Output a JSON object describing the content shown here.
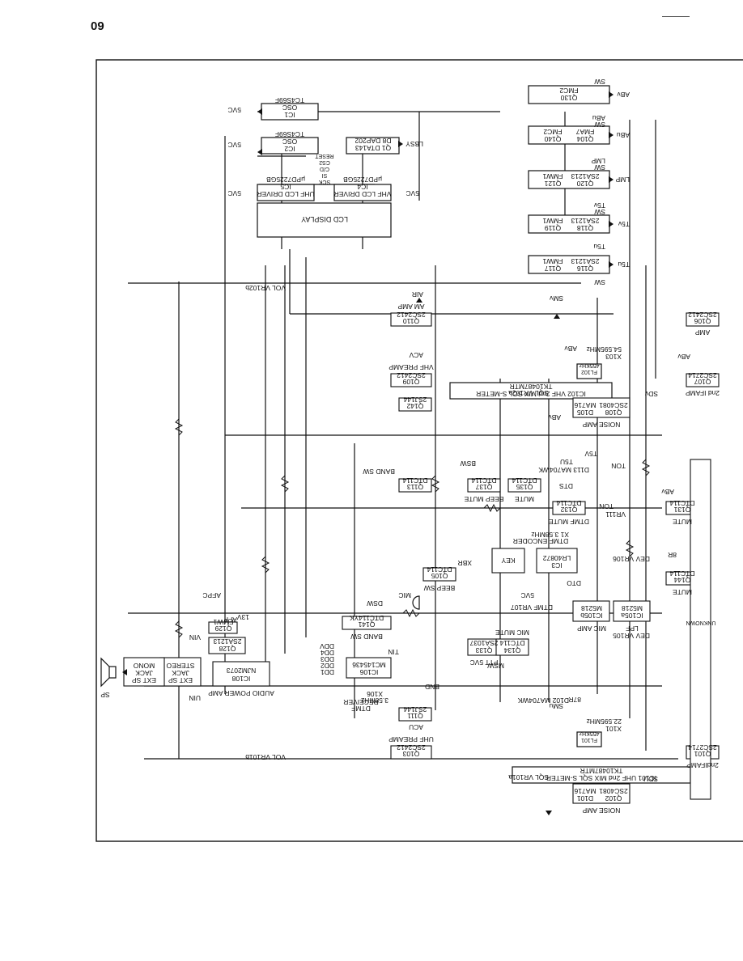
{
  "page_number": "09",
  "lcd": {
    "display": "LCD DISPLAY",
    "vhf_driver": [
      "VHF LCD DRIVER",
      "IC4",
      "μPD7225GB"
    ],
    "uhf_driver": [
      "UHF LCD DRIVER",
      "IC5",
      "μPD7225GB"
    ],
    "osc1": [
      "IC1",
      "OSC",
      "TC4S69F"
    ],
    "osc2": [
      "IC2",
      "OSC",
      "TC4S69F"
    ],
    "q1": [
      "Q1 DTA143",
      "D8 DAP202"
    ],
    "bus_labels": [
      "SCK",
      "SI",
      "C/D",
      "CS2",
      "RESET"
    ],
    "svc": "5VC",
    "lbsy": "LBSY"
  },
  "switch_chain": [
    {
      "lines": [
        "Q130",
        "FMC2"
      ],
      "out": "ABv"
    },
    {
      "lines": [
        "Q104",
        "Q140",
        "FMA7",
        "FMC2"
      ],
      "out": "ABu"
    },
    {
      "lines": [
        "Q120",
        "Q121",
        "2SA1213",
        "FMW1"
      ],
      "out": "LMP"
    },
    {
      "lines": [
        "Q118",
        "Q119",
        "2SA1213",
        "FMW1"
      ],
      "out": "T5v"
    },
    {
      "lines": [
        "Q116",
        "Q117",
        "2SA1213",
        "FMW1"
      ],
      "out": "T5u"
    }
  ],
  "sw_labels": [
    "SW",
    "ABu",
    "SW",
    "LMP",
    "SW",
    "T5v",
    "SW",
    "T5u",
    "SW"
  ],
  "ic102": [
    "IC102 VHF 2nd MIX SQL S-METER",
    "TK10487MTR"
  ],
  "ic101": [
    "IC101 UHF 2nd MIX SQL S-METER",
    "TK10487MTR"
  ],
  "fl102": [
    "FL102",
    "455KHz"
  ],
  "fl101": [
    "FL101",
    "455KHz"
  ],
  "x103": [
    "X103",
    "54.595MHz"
  ],
  "x101": [
    "X101",
    "22.595MHz"
  ],
  "nodes": {
    "am_amp": [
      "AM AMP",
      "Q110",
      "2SC2412"
    ],
    "vhf_preamp": [
      "VHF PREAMP",
      "Q109",
      "2SC2412"
    ],
    "uhf_preamp": [
      "UHF PREAMP",
      "Q103",
      "2SC2412"
    ],
    "q142": [
      "Q142",
      "2SJ144"
    ],
    "q111": [
      "Q111",
      "2SJ144"
    ],
    "q113": [
      "Q113",
      "DTC114",
      "BAND SW"
    ],
    "q137": [
      "Q137",
      "DTC114",
      "BEEP MUTE"
    ],
    "q135": [
      "Q135",
      "DTC114",
      "MUTE"
    ],
    "q132": [
      "Q132",
      "DTC114",
      "DTMF MUTE"
    ],
    "q131": [
      "Q131",
      "DTC114",
      "MUTE"
    ],
    "q144": [
      "Q144",
      "DTC114",
      "MUTE"
    ],
    "ic3": [
      "IC3",
      "LR40872",
      "DTMF ENCODER"
    ],
    "key": "KEY",
    "q105": [
      "Q105",
      "DTC114",
      "BEEP SW"
    ],
    "ic105b": [
      "IC105b",
      "M5218",
      "MIC AMP"
    ],
    "ic105a": [
      "IC105a",
      "M5218",
      "LPF"
    ],
    "q141": [
      "Q141",
      "DTC114YK",
      "BAND SW"
    ],
    "ic106": [
      "IC106",
      "MC145436",
      "DTMF",
      "RECEIVER"
    ],
    "x106": [
      "X106",
      "3.58MHz"
    ],
    "q133": [
      "Q133",
      "2SA1037",
      "PTT 5VC"
    ],
    "q134": [
      "Q134",
      "DTC114",
      "MIC MUTE"
    ],
    "q128": [
      "Q128",
      "2SA1213"
    ],
    "q129": [
      "Q129",
      "FMW1"
    ],
    "ic108": [
      "IC108",
      "NJM2073",
      "AUDIO POWER AMP"
    ],
    "ext_sp": [
      "EXT SP",
      "JACK",
      "STEREO"
    ],
    "mono": [
      "EXT SP",
      "JACK",
      "MONO"
    ],
    "sp": "SP",
    "q106": [
      "Q106",
      "2SC2412",
      "AMP"
    ],
    "q107": [
      "Q107",
      "2SC2714",
      "2nd IFAMP"
    ],
    "q101": [
      "Q101",
      "2SC2714",
      "2ndIFAMP"
    ],
    "q108_d105": [
      "Q108",
      "2SC4081",
      "D105",
      "MA716",
      "NOISE AMP"
    ],
    "q102_d101": [
      "Q102",
      "2SC4081",
      "D101",
      "MA716",
      "NOISE AMP"
    ]
  },
  "labels": {
    "vol_a": "VOL VR102b",
    "vol_b": "VOL VR101b",
    "sql_a": "SQL VR102a",
    "sql_b": "SQL VR101a",
    "dev_a": "DEV VR106",
    "dev_b": "DEV VR105",
    "dtmf_vr": "DTMF VR107",
    "vr111": "VR111",
    "d113": "D113 MA704WK",
    "d102": "D102 MA704WK",
    "ton": "TON",
    "t5u": "T5U",
    "t5v": "T5V",
    "bsw": "BSW",
    "dts": "DTS",
    "xbr": "XBR",
    "dto": "DTO",
    "dsw": "DSW",
    "abv": "ABv",
    "acv": "ACV",
    "acu": "ACU",
    "air": "AIR",
    "smv": "SMv",
    "smu": "SMu",
    "sdv": "SDv",
    "sdu": "SDU",
    "bnd": "BND",
    "tin": "TIN",
    "vin": "VIN",
    "uin": "UIN",
    "afp": "AFP",
    "afpc": "AFPC",
    "v13": "13V",
    "mic": "MIC",
    "msw": "MSW",
    "br": "8R",
    "bru": "87R",
    "dd_labels": [
      "DD1",
      "DD2",
      "DD3",
      "DD4",
      "DDV"
    ],
    "svc": "5VC",
    "xtal_358": "X1 3.58MHz",
    "lower_left": "UNKNOWN"
  }
}
